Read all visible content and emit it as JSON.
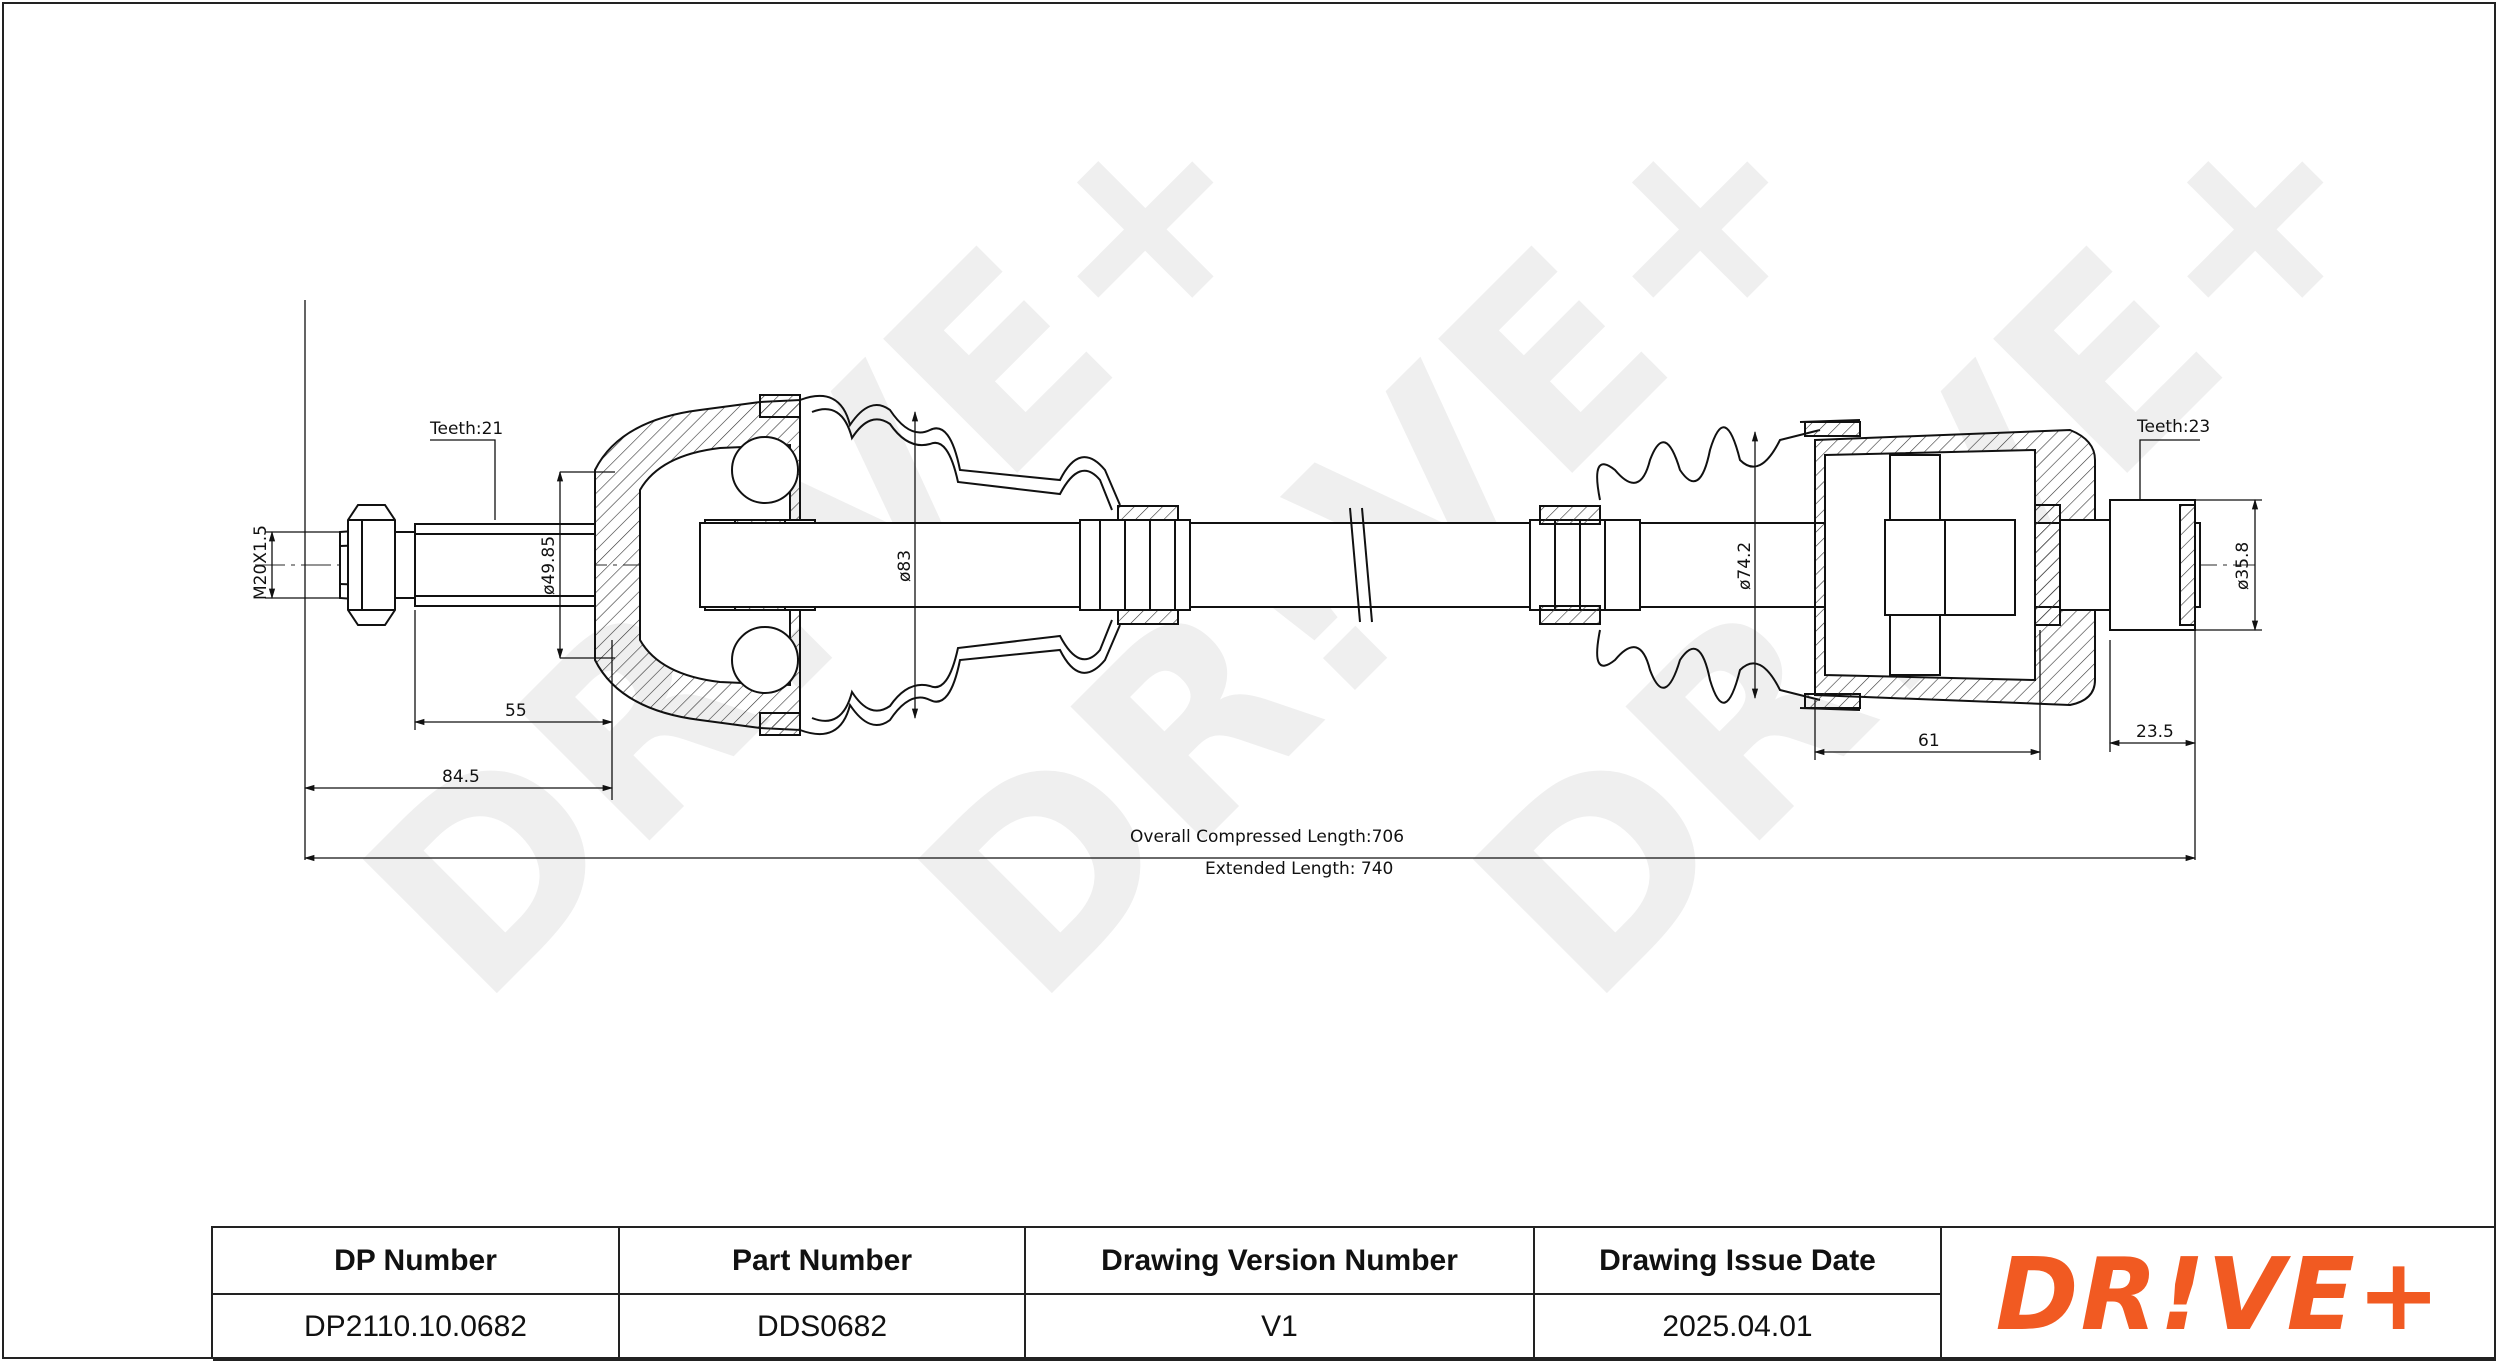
{
  "watermark": {
    "text": "DR!VE+"
  },
  "dimensions": {
    "thread": "M20X1.5",
    "teeth_left": "Teeth:21",
    "teeth_right": "Teeth:23",
    "dia_shaft_left": "ø49.85",
    "dia_boot_left": "ø83",
    "dia_boot_right": "ø74.2",
    "dia_shaft_right": "ø35.8",
    "len_spline_left": "55",
    "len_stub_left": "84.5",
    "len_housing_right": "61",
    "len_spline_right": "23.5",
    "overall_compressed": "Overall  Compressed  Length:706",
    "extended": "Extended  Length: 740"
  },
  "title_block": {
    "headers": [
      "DP Number",
      "Part Number",
      "Drawing Version Number",
      "Drawing Issue Date"
    ],
    "values": [
      "DP2110.10.0682",
      "DDS0682",
      "V1",
      "2025.04.01"
    ]
  },
  "logo": {
    "text": "DR!VE+",
    "color": "#f15a22"
  },
  "colors": {
    "line": "#111111",
    "watermark": "#eeeeee",
    "brand": "#f15a22"
  }
}
